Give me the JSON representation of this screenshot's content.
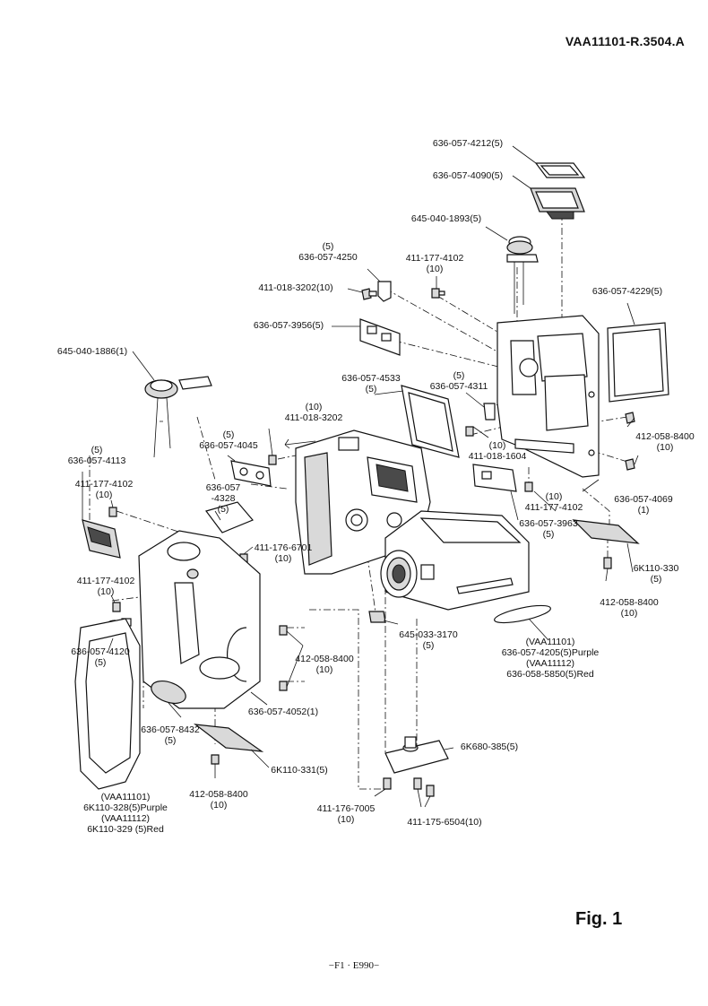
{
  "document_id": "VAA11101-R.3504.A",
  "figure_label": "Fig. 1",
  "footer": "−F1 · E990−",
  "callouts": [
    {
      "name": "callout-636-057-4212",
      "lines": [
        "636-057-4212(5)"
      ]
    },
    {
      "name": "callout-636-057-4090",
      "lines": [
        "636-057-4090(5)"
      ]
    },
    {
      "name": "callout-645-040-1893",
      "lines": [
        "645-040-1893(5)"
      ]
    },
    {
      "name": "callout-636-057-4250",
      "lines": [
        "(5)",
        "636-057-4250"
      ]
    },
    {
      "name": "callout-411-177-4102-top",
      "lines": [
        "411-177-4102",
        "(10)"
      ]
    },
    {
      "name": "callout-411-018-3202-top",
      "lines": [
        "411-018-3202(10)"
      ]
    },
    {
      "name": "callout-636-057-4229",
      "lines": [
        "636-057-4229(5)"
      ]
    },
    {
      "name": "callout-636-057-3956",
      "lines": [
        "636-057-3956(5)"
      ]
    },
    {
      "name": "callout-645-040-1886",
      "lines": [
        "645-040-1886(1)"
      ]
    },
    {
      "name": "callout-636-057-4533",
      "lines": [
        "636-057-4533",
        "(5)"
      ]
    },
    {
      "name": "callout-636-057-4311",
      "lines": [
        "(5)",
        "636-057-4311"
      ]
    },
    {
      "name": "callout-411-018-3202-mid",
      "lines": [
        "(10)",
        "411-018-3202"
      ]
    },
    {
      "name": "callout-411-018-1604",
      "lines": [
        "(10)",
        "411-018-1604"
      ]
    },
    {
      "name": "callout-412-058-8400-right",
      "lines": [
        "412-058-8400",
        "(10)"
      ]
    },
    {
      "name": "callout-636-057-4045",
      "lines": [
        "(5)",
        "636-057-4045"
      ]
    },
    {
      "name": "callout-636-057-4113",
      "lines": [
        "(5)",
        "636-057-4113"
      ]
    },
    {
      "name": "callout-411-177-4102-left",
      "lines": [
        "411-177-4102",
        "(10)"
      ]
    },
    {
      "name": "callout-636-057-4328",
      "lines": [
        "636-057",
        "-4328",
        "(5)"
      ]
    },
    {
      "name": "callout-636-057-4069",
      "lines": [
        "636-057-4069",
        "(1)"
      ]
    },
    {
      "name": "callout-411-177-4102-right",
      "lines": [
        "(10)",
        "411-177-4102"
      ]
    },
    {
      "name": "callout-636-057-3963",
      "lines": [
        "636-057-3963",
        "(5)"
      ]
    },
    {
      "name": "callout-411-176-6701",
      "lines": [
        "411-176-6701",
        "(10)"
      ]
    },
    {
      "name": "callout-6K110-330",
      "lines": [
        "6K110-330",
        "(5)"
      ]
    },
    {
      "name": "callout-411-177-4102-lower",
      "lines": [
        "411-177-4102",
        "(10)"
      ]
    },
    {
      "name": "callout-412-058-8400-lowright",
      "lines": [
        "412-058-8400",
        "(10)"
      ]
    },
    {
      "name": "callout-645-033-3170",
      "lines": [
        "645-033-3170",
        "(5)"
      ]
    },
    {
      "name": "callout-lens-cover",
      "lines": [
        "(VAA11101)",
        "636-057-4205(5)Purple",
        "(VAA11112)",
        "636-058-5850(5)Red"
      ]
    },
    {
      "name": "callout-636-057-4120",
      "lines": [
        "636-057-4120",
        "(5)"
      ]
    },
    {
      "name": "callout-412-058-8400-mid",
      "lines": [
        "412-058-8400",
        "(10)"
      ]
    },
    {
      "name": "callout-636-057-4052",
      "lines": [
        "636-057-4052(1)"
      ]
    },
    {
      "name": "callout-636-057-8432",
      "lines": [
        "636-057-8432",
        "(5)"
      ]
    },
    {
      "name": "callout-6K680-385",
      "lines": [
        "6K680-385(5)"
      ]
    },
    {
      "name": "callout-6K110-331",
      "lines": [
        "6K110-331(5)"
      ]
    },
    {
      "name": "callout-412-058-8400-bottom",
      "lines": [
        "412-058-8400",
        "(10)"
      ]
    },
    {
      "name": "callout-411-176-7005",
      "lines": [
        "411-176-7005",
        "(10)"
      ]
    },
    {
      "name": "callout-411-175-6504",
      "lines": [
        "411-175-6504(10)"
      ]
    },
    {
      "name": "callout-grip-cover",
      "lines": [
        "(VAA11101)",
        "6K110-328(5)Purple",
        "(VAA11112)",
        "6K110-329 (5)Red"
      ]
    }
  ]
}
